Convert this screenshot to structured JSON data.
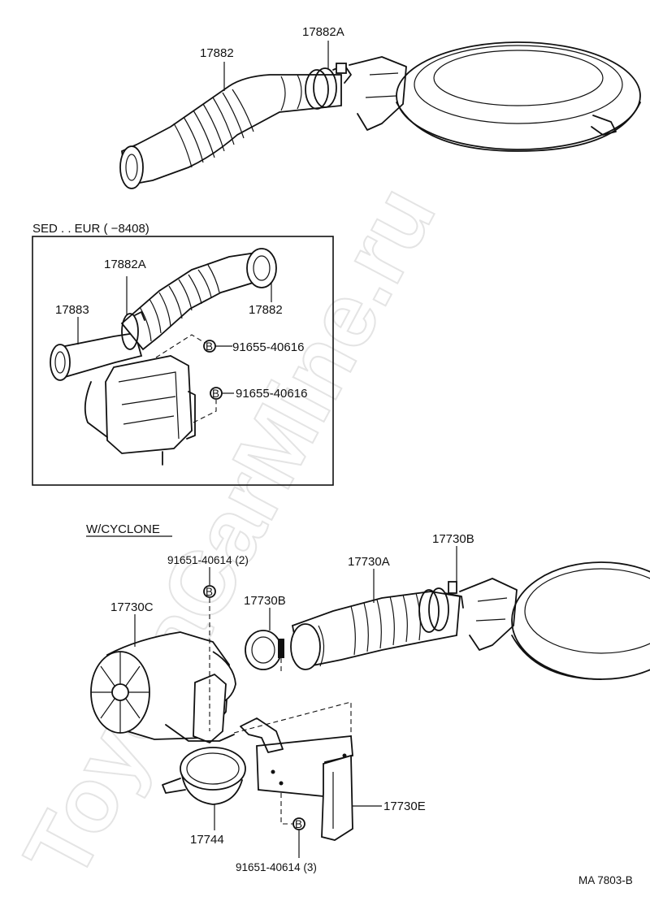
{
  "watermark": "ToyotaCarMine.ru",
  "top_section": {
    "labels": {
      "hose": "17882",
      "clamp": "17882A"
    }
  },
  "inset": {
    "header": "SED . . EUR (          −8408)",
    "labels": {
      "clamp": "17882A",
      "hose_inlet": "17883",
      "hose": "17882",
      "bolt_a": "91655-40616",
      "bolt_b": "91655-40616"
    },
    "bolt_marker": "B"
  },
  "cyclone_section": {
    "header": "W/CYCLONE",
    "labels": {
      "bolt_top": "91651-40614 (2)",
      "clamp_right": "17730B",
      "hose": "17730A",
      "clamp_left": "17730B",
      "cyclone": "17730C",
      "bracket": "17730E",
      "band": "17744",
      "bolt_bottom": "91651-40614 (3)"
    },
    "bolt_marker": "B"
  },
  "footer": {
    "figure_code": "MA 7803-B"
  }
}
